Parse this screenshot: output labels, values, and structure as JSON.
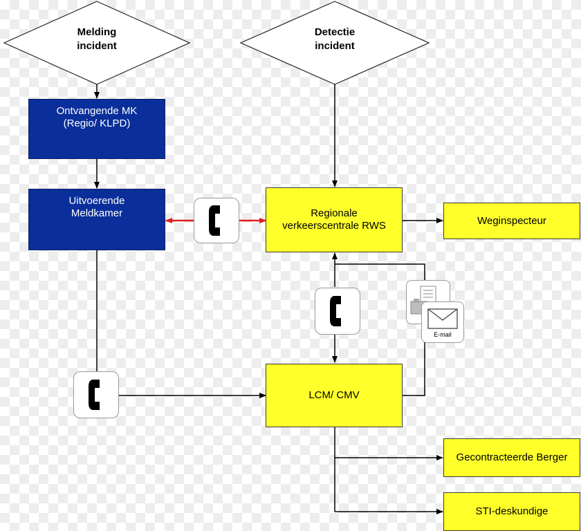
{
  "diamonds": {
    "melding": "Melding\nincident",
    "detectie": "Detectie\nincident"
  },
  "boxes": {
    "ontvangende": "Ontvangende MK\n(Regio/ KLPD)",
    "uitvoerende": "Uitvoerende\nMeldkamer",
    "regionale": "Regionale\nverkeerscentrale RWS",
    "weginspecteur": "Weginspecteur",
    "lcm": "LCM/ CMV",
    "berger": "Gecontracteerde Berger",
    "sti": "STI-deskundige"
  },
  "email_label": "E-mail",
  "colors": {
    "blue_box": "#0a2f9a",
    "yellow_box": "#ffff2a",
    "red_arrow": "#e21b1b",
    "line": "#000000"
  },
  "icons": [
    "telephone-icon",
    "fax-icon",
    "email-envelope-icon"
  ]
}
